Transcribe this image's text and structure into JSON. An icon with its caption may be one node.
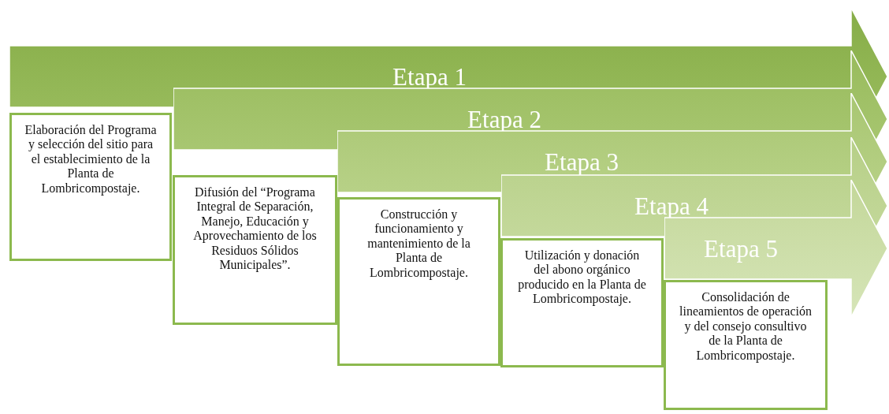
{
  "diagram": {
    "nodes": [
      {
        "text": [
          "Etapa 1"
        ]
      },
      {
        "text": [
          "Elaboración del Programa y selección del sitio para el establecimiento de la Planta de Lombricompostaje."
        ]
      },
      {
        "text": [
          "Etapa 2"
        ]
      },
      {
        "text": [
          "Difusión del “Programa Integral de Separación, Manejo, Educación y Aprovechamiento de los Residuos Sólidos Municipales”."
        ]
      },
      {
        "text": [
          "Etapa 3"
        ]
      },
      {
        "text": [
          "Construcción y funcionamiento y mantenimiento de la Planta de Lombricompostaje."
        ]
      },
      {
        "text": [
          "Etapa 4"
        ]
      },
      {
        "text": [
          "Utilización y donación del abono orgánico producido en la Planta de Lombricompostaje."
        ]
      },
      {
        "text": [
          "Etapa 5"
        ]
      },
      {
        "text": [
          "Consolidación de lineamientos de operación y del consejo consultivo de la Planta de Lombricompostaje."
        ]
      }
    ]
  }
}
